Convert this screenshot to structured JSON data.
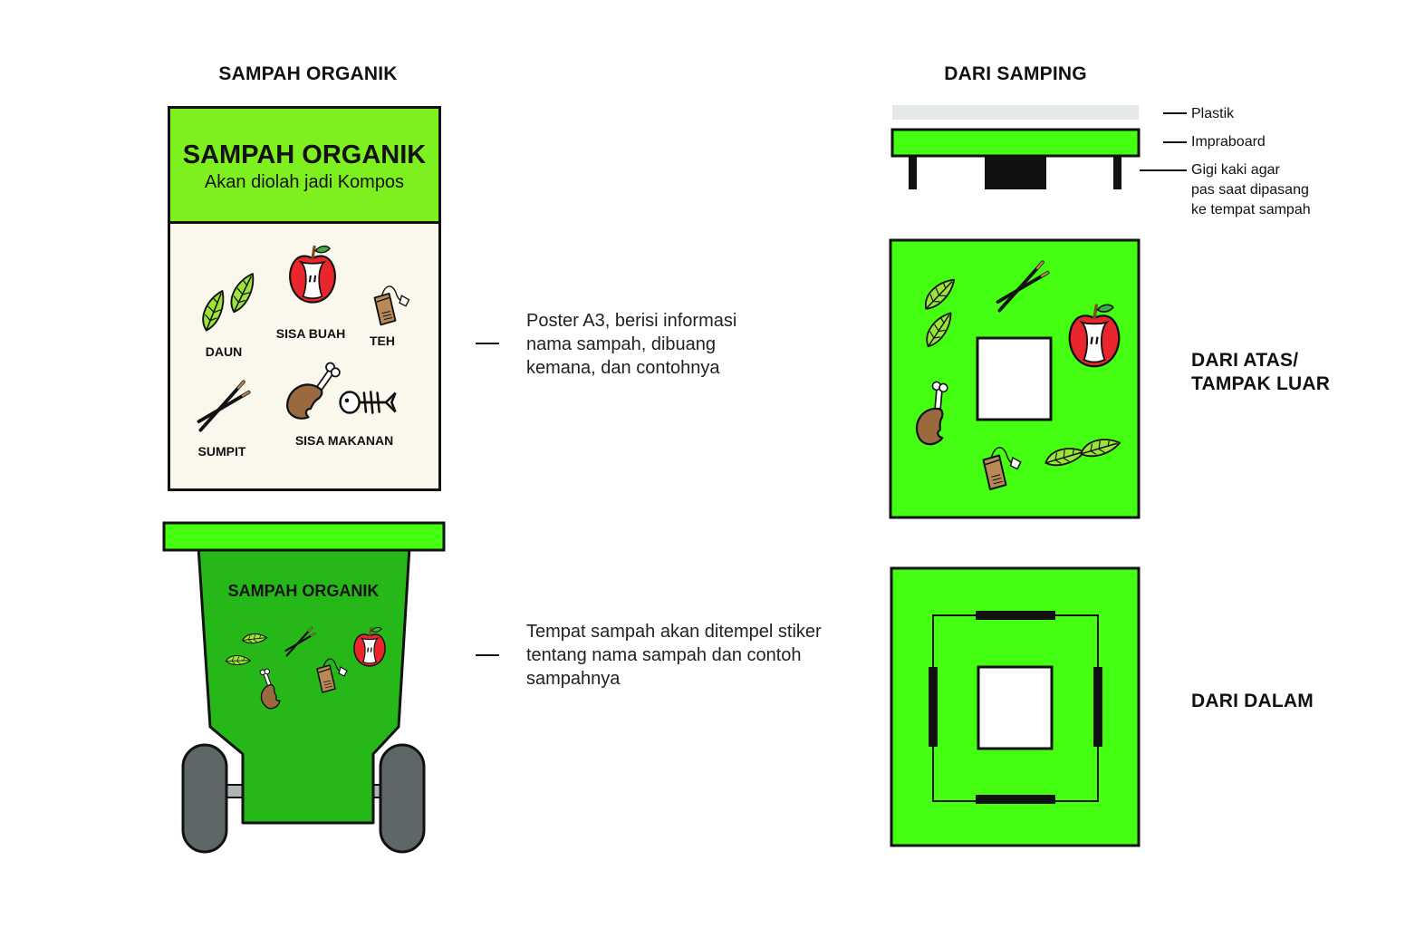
{
  "left": {
    "heading": "SAMPAH ORGANIK",
    "poster": {
      "title": "SAMPAH ORGANIK",
      "subtitle": "Akan diolah jadi Kompos",
      "items": {
        "daun": "DAUN",
        "sisa_buah": "SISA BUAH",
        "teh": "TEH",
        "sumpit": "SUMPIT",
        "sisa_makanan": "SISA MAKANAN"
      }
    },
    "bin_label": "SAMPAH ORGANIK"
  },
  "notes": {
    "poster": "Poster A3, berisi informasi nama sampah, dibuang kemana, dan contohnya",
    "bin": "Tempat sampah akan ditempel stiker tentang nama sampah dan contoh sampahnya"
  },
  "right": {
    "heading": "DARI SAMPING",
    "layers": {
      "plastik": "Plastik",
      "impraboard": "Impraboard",
      "gigi_line1": "Gigi kaki agar",
      "gigi_line2": "pas saat dipasang",
      "gigi_line3": "ke tempat sampah"
    },
    "top_view_line1": "DARI ATAS/",
    "top_view_line2": "TAMPAK LUAR",
    "inside_view": "DARI DALAM"
  },
  "colors": {
    "green": "#44FF11",
    "dark_green": "#26B818",
    "poster_bg": "#FAF8EC",
    "plastic": "#E4E8E8",
    "wheel": "#5E6668"
  },
  "icons": [
    "leaf-icon",
    "apple-core-icon",
    "tea-bag-icon",
    "chopsticks-icon",
    "chicken-leg-icon",
    "fish-bone-icon"
  ]
}
